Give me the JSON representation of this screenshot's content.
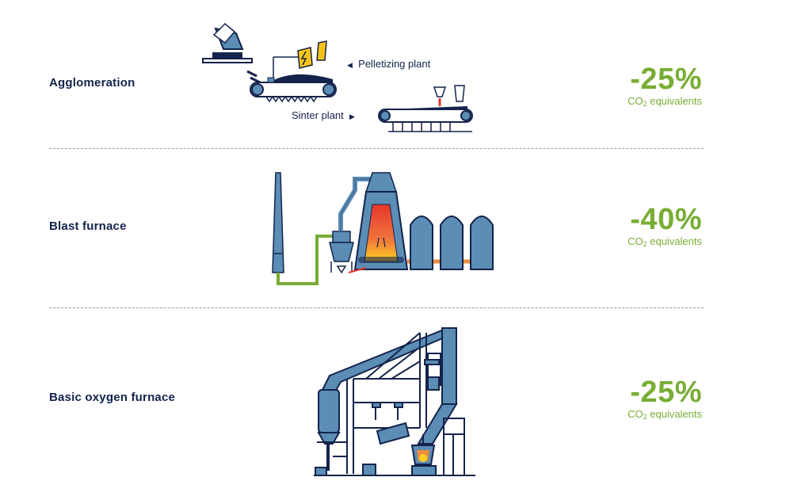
{
  "rows": [
    {
      "title": "Agglomeration",
      "value": "-25%",
      "unit_prefix": "CO",
      "unit_sub": "2",
      "unit_suffix": " equivalents"
    },
    {
      "title": "Blast furnace",
      "value": "-40%",
      "unit_prefix": "CO",
      "unit_sub": "2",
      "unit_suffix": " equivalents"
    },
    {
      "title": "Basic oxygen furnace",
      "value": "-25%",
      "unit_prefix": "CO",
      "unit_sub": "2",
      "unit_suffix": " equivalents"
    }
  ],
  "labels": {
    "pelletizing": "Pelletizing plant",
    "sinter": "Sinter plant"
  },
  "colors": {
    "navy": "#14234b",
    "steel": "#5b8db5",
    "green": "#78ad35",
    "orange": "#ef8b3a",
    "yellow": "#f6c416",
    "flame_red": "#e6362b",
    "flame_yellow": "#fdd023"
  },
  "icons": [
    "excavator-icon",
    "conveyor-icon",
    "electricity-icon",
    "chimney-icon",
    "blast-furnace-icon",
    "stove-icon",
    "converter-icon"
  ]
}
